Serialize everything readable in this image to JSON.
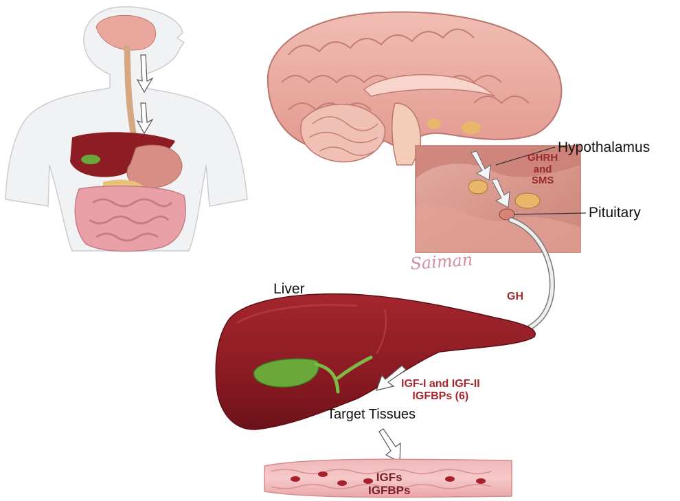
{
  "labels": {
    "hypothalamus": "Hypothalamus",
    "ghrh_line1": "GHRH",
    "ghrh_line2": "and",
    "ghrh_line3": "SMS",
    "pituitary": "Pituitary",
    "liver": "Liver",
    "gh": "GH",
    "igf_line1": "IGF-I and IGF-II",
    "igf_line2": "IGFBPs (6)",
    "target_tissues": "Target Tissues",
    "vessel_line1": "IGFs",
    "vessel_line2": "IGFBPs"
  },
  "signature": "Saiman",
  "colors": {
    "label_red": "#a8262c",
    "liver": "#8e1c24",
    "gallbladder": "#6aa83a",
    "brain": "#e8a9a0",
    "inset_bg": "#d9948a",
    "arrow": "#e8e8e8"
  },
  "icons": {
    "body_figure": "human-torso-digestive-icon",
    "brain": "brain-sagittal-icon",
    "liver": "liver-icon",
    "vessel": "blood-vessel-icon"
  }
}
